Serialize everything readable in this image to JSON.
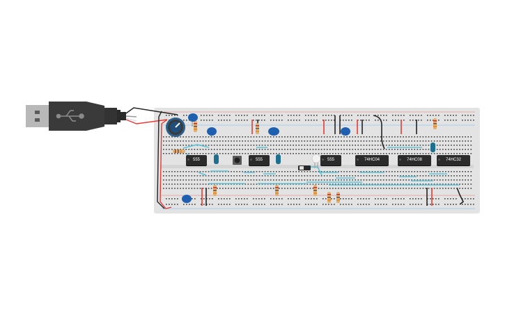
{
  "scene": {
    "title": "",
    "components": {
      "usb_plug": "usb-icon",
      "potentiometer": "potentiometer",
      "push_button": "push-button",
      "slide_switch": "slide-switch",
      "led": "white-led"
    },
    "chips": [
      {
        "name": "chip-555-1",
        "label": "555"
      },
      {
        "name": "chip-555-2",
        "label": "555"
      },
      {
        "name": "chip-555-3",
        "label": "555"
      },
      {
        "name": "chip-74hc04",
        "label": "74HC04"
      },
      {
        "name": "chip-74hc08",
        "label": "74HC08"
      },
      {
        "name": "chip-74hc32",
        "label": "74HC32"
      }
    ],
    "colors": {
      "breadboard": "#e3e3e3",
      "hole": "#3d3d3d",
      "wire_red": "#e53935",
      "wire_black": "#222222",
      "wire_cyan": "#5cc4d8",
      "capacitor": "#1f5fb0",
      "chip": "#2b2b2b",
      "usb_body": "#3a3a3a",
      "usb_metal": "#b8b8b8"
    }
  }
}
